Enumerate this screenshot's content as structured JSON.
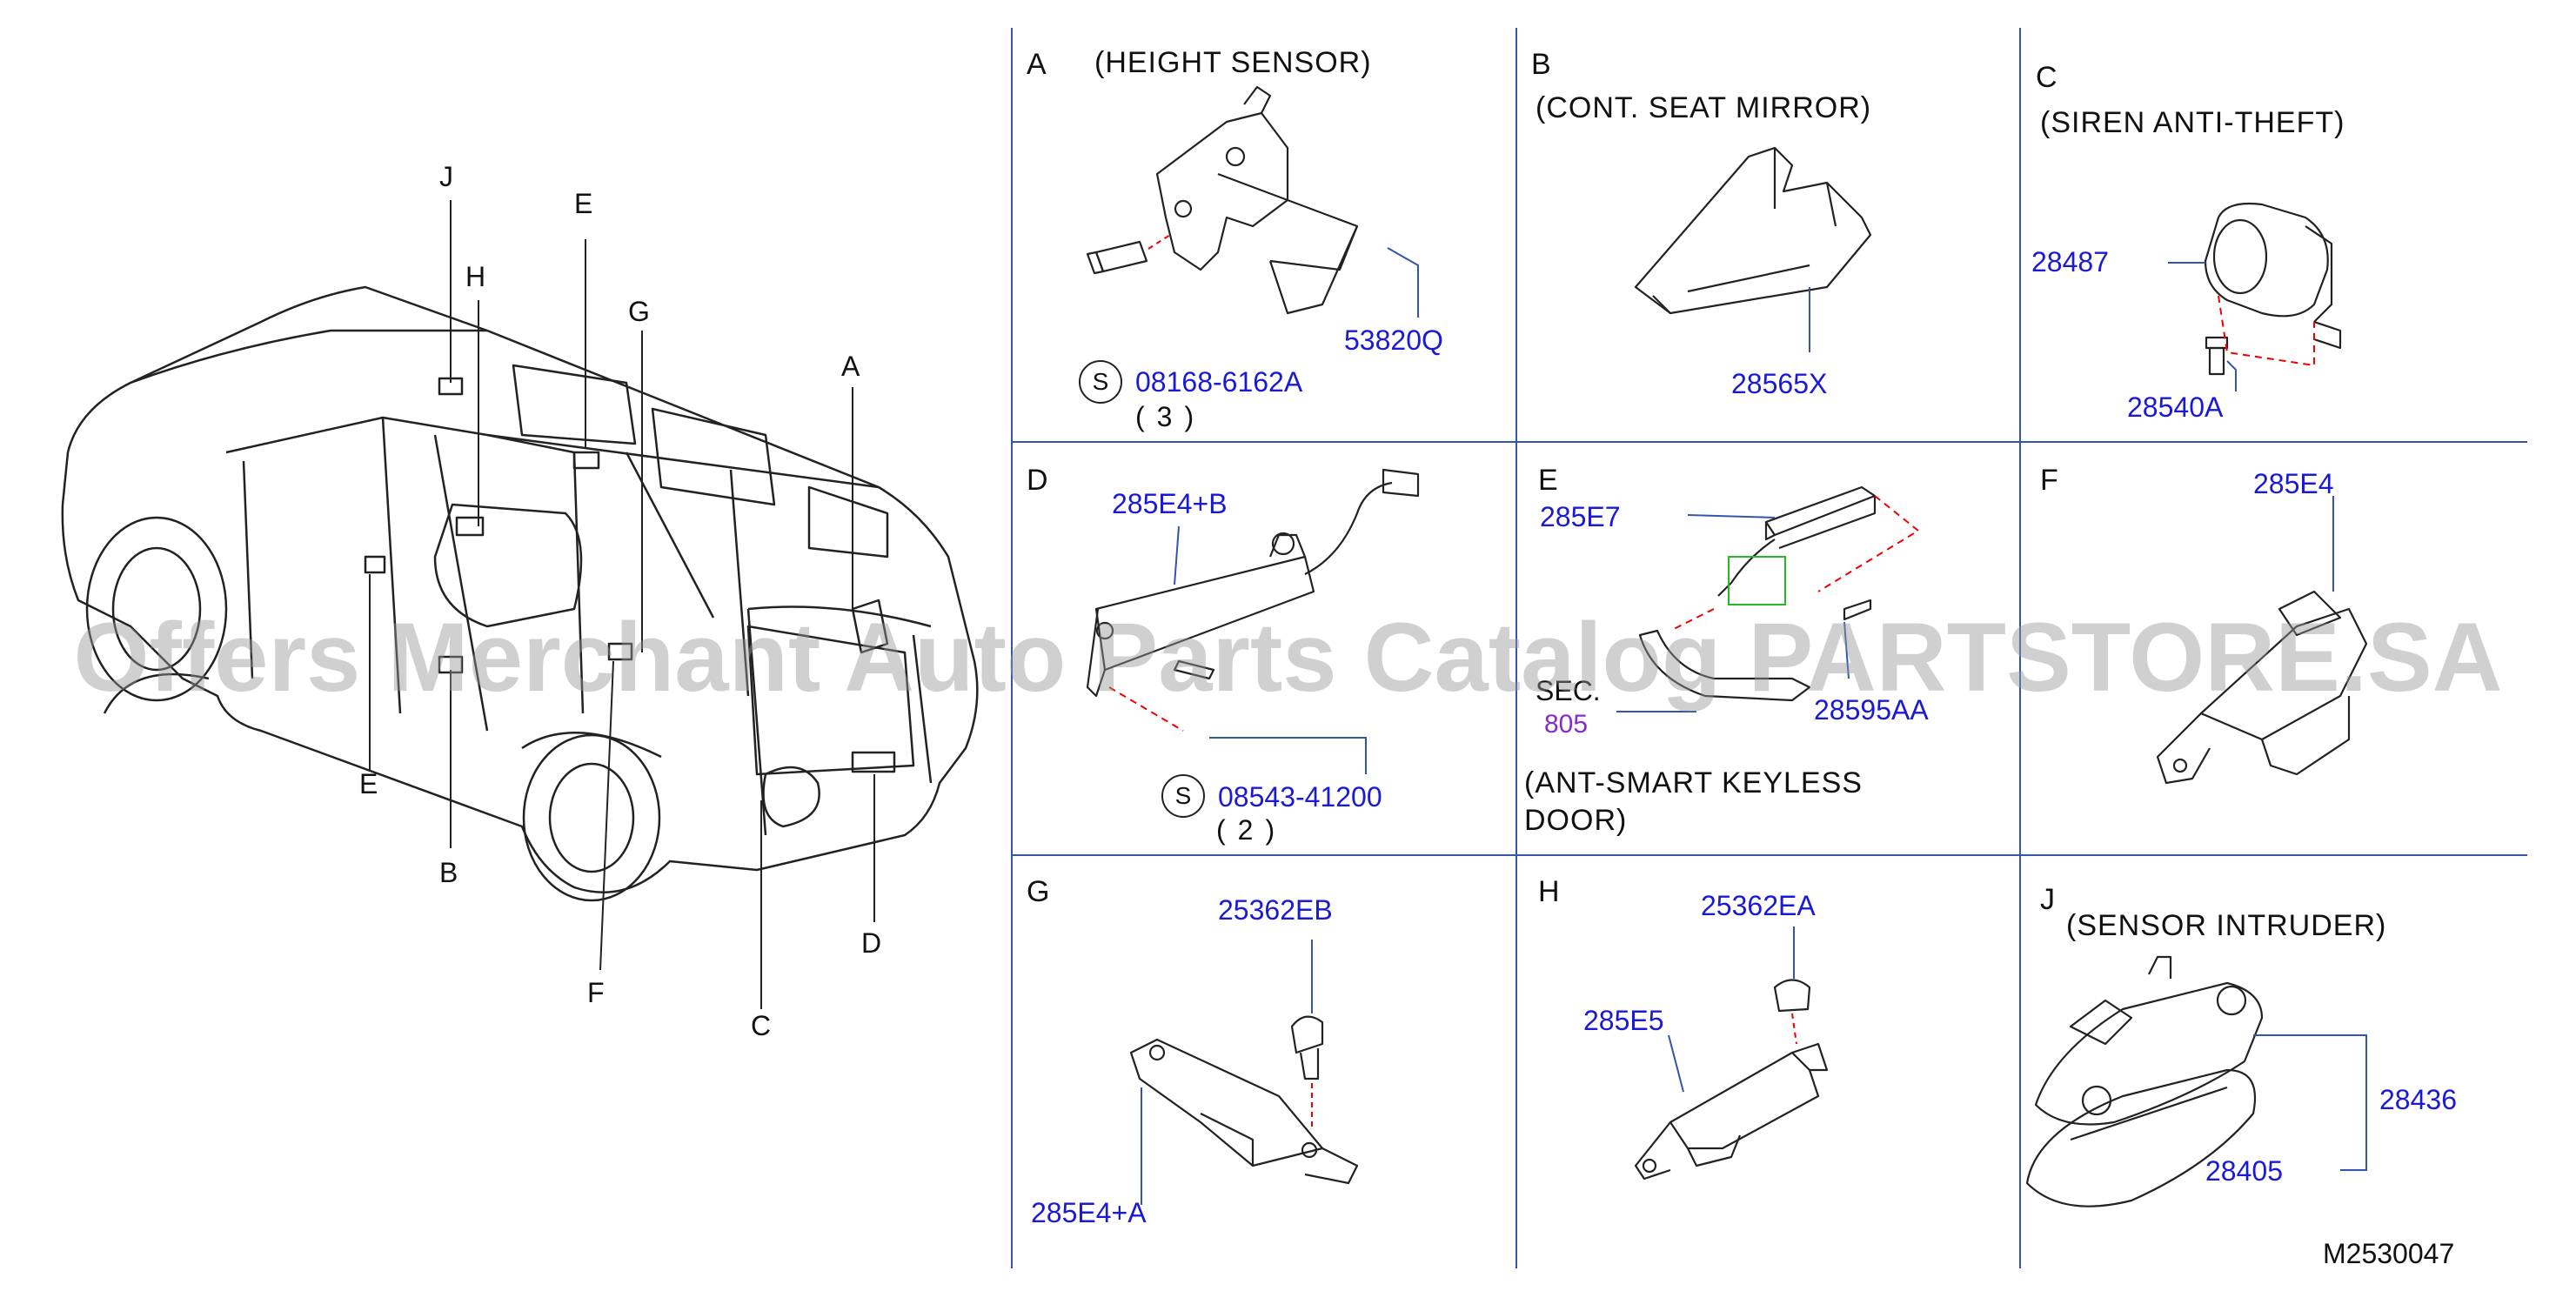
{
  "diagram_code": "M2530047",
  "watermark": "Offers Merchant Auto Parts Catalog PARTSTORE.SA",
  "vehicle_callouts": [
    "J",
    "H",
    "E",
    "G",
    "A",
    "E",
    "B",
    "F",
    "C",
    "D"
  ],
  "sections": {
    "A": {
      "letter": "A",
      "title": "(HEIGHT  SENSOR)",
      "parts": [
        "53820Q"
      ],
      "standard": {
        "symbol": "S",
        "part": "08168-6162A",
        "qty": "(3)"
      }
    },
    "B": {
      "letter": "B",
      "title": "(CONT.  SEAT  MIRROR)",
      "parts": [
        "28565X"
      ]
    },
    "C": {
      "letter": "C",
      "title": "(SIREN  ANTI-THEFT)",
      "parts": [
        "28487",
        "28540A"
      ]
    },
    "D": {
      "letter": "D",
      "parts": [
        "285E4+B"
      ],
      "standard": {
        "symbol": "S",
        "part": "08543-41200",
        "qty": "(2)"
      }
    },
    "E": {
      "letter": "E",
      "parts": [
        "285E7",
        "28595AA"
      ],
      "ref": {
        "label": "SEC.",
        "number": "805"
      },
      "title_line1": "(ANT-SMART  KEYLESS",
      "title_line2": "DOOR)"
    },
    "F": {
      "letter": "F",
      "parts": [
        "285E4"
      ]
    },
    "G": {
      "letter": "G",
      "parts": [
        "25362EB",
        "285E4+A"
      ]
    },
    "H": {
      "letter": "H",
      "parts": [
        "25362EA",
        "285E5"
      ]
    },
    "J": {
      "letter": "J",
      "title": "(SENSOR  INTRUDER)",
      "parts": [
        "28436",
        "28405"
      ]
    }
  }
}
